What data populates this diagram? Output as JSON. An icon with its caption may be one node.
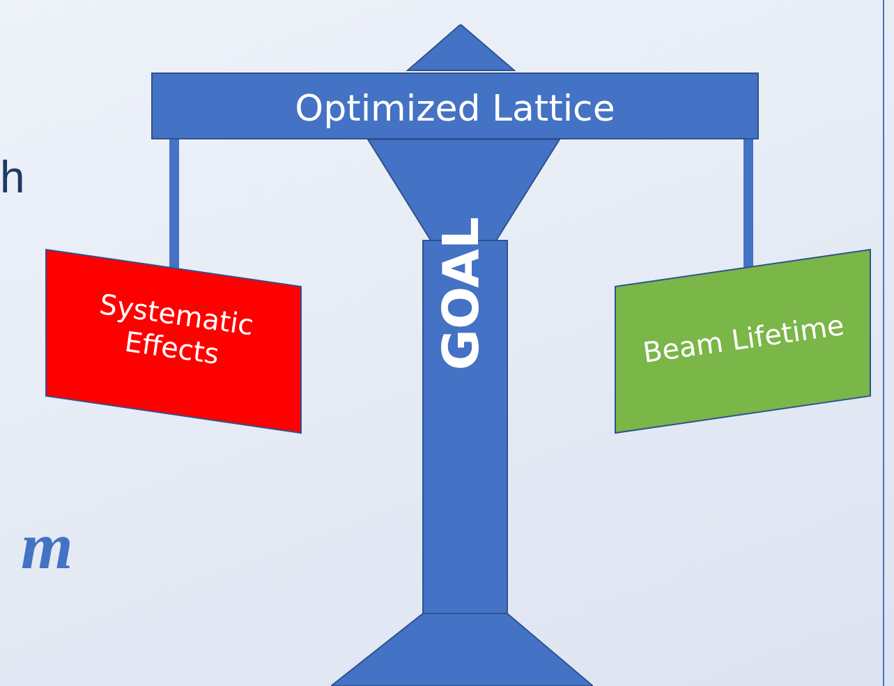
{
  "diagram": {
    "nodes": [
      {
        "text": [
          "Optimized Lattice"
        ]
      },
      {
        "text": [
          "GOAL"
        ]
      },
      {
        "text": [
          "Systematic Effects"
        ]
      },
      {
        "text": [
          "Beam Lifetime"
        ]
      }
    ],
    "edges": [
      {
        "from": 0,
        "to": 2,
        "arrow": "none"
      },
      {
        "from": 0,
        "to": 3,
        "arrow": "none"
      }
    ],
    "labels": [
      "h",
      "m"
    ]
  }
}
